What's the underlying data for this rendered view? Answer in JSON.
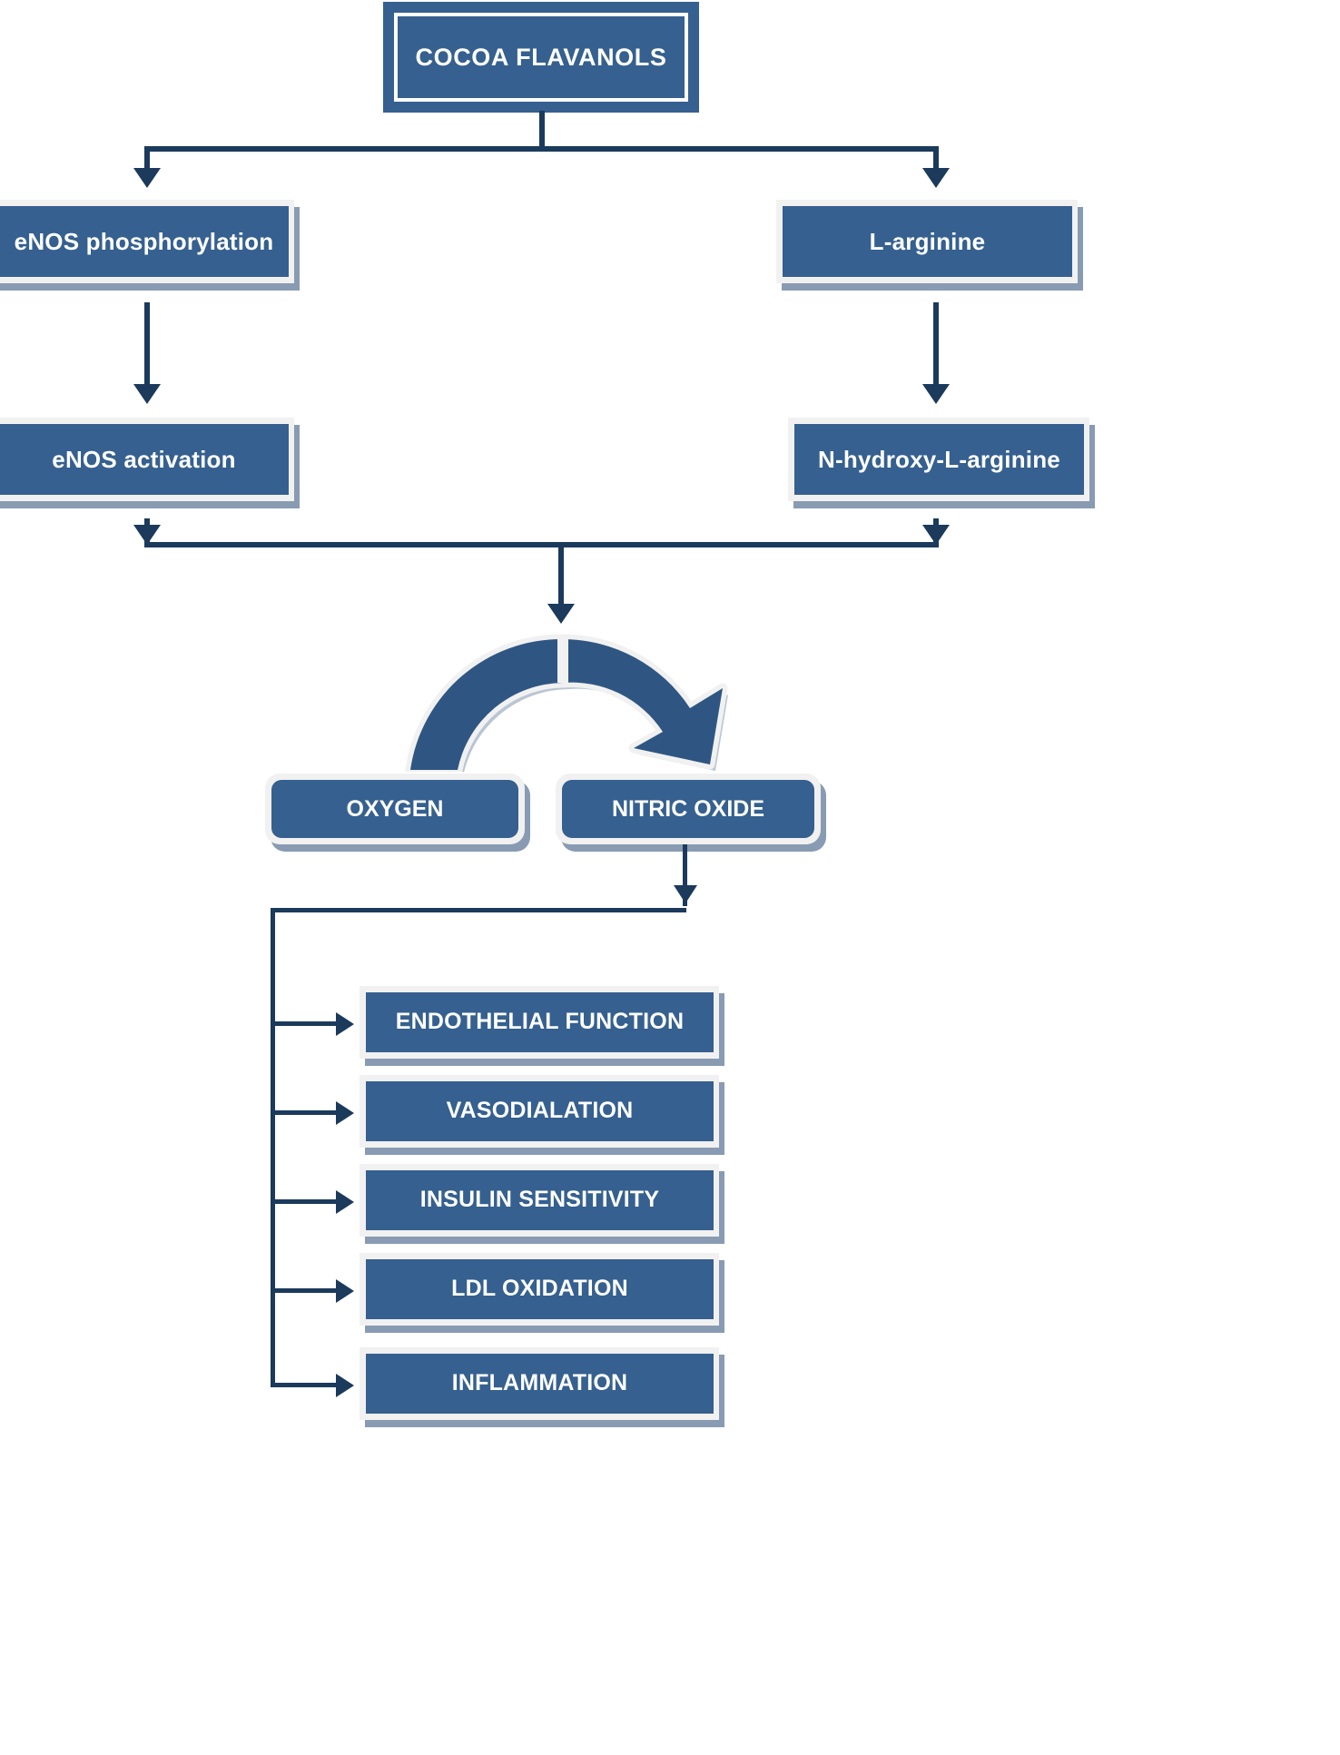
{
  "diagram": {
    "title_node": {
      "label": "COCOA FLAVANOLS"
    },
    "branch_left": [
      {
        "label": "eNOS phosphorylation"
      },
      {
        "label": "eNOS activation"
      }
    ],
    "branch_right": [
      {
        "label": "L-arginine"
      },
      {
        "label": "N-hydroxy-L-arginine"
      }
    ],
    "products": [
      {
        "label": "OXYGEN"
      },
      {
        "label": "NITRIC OXIDE"
      }
    ],
    "outcomes": [
      {
        "label": "ENDOTHELIAL FUNCTION"
      },
      {
        "label": "VASODIALATION"
      },
      {
        "label": "INSULIN SENSITIVITY"
      },
      {
        "label": "LDL OXIDATION"
      },
      {
        "label": "INFLAMMATION"
      }
    ],
    "colors": {
      "node_fill": "#35608f",
      "node_frame": "#f1f1f1",
      "node_shadow": "#8296ae",
      "connector": "#1b3a5c",
      "arc_fill": "#2f5682",
      "arc_outline": "#f1f1f1",
      "text": "#ffffff",
      "background": "#ffffff"
    }
  }
}
